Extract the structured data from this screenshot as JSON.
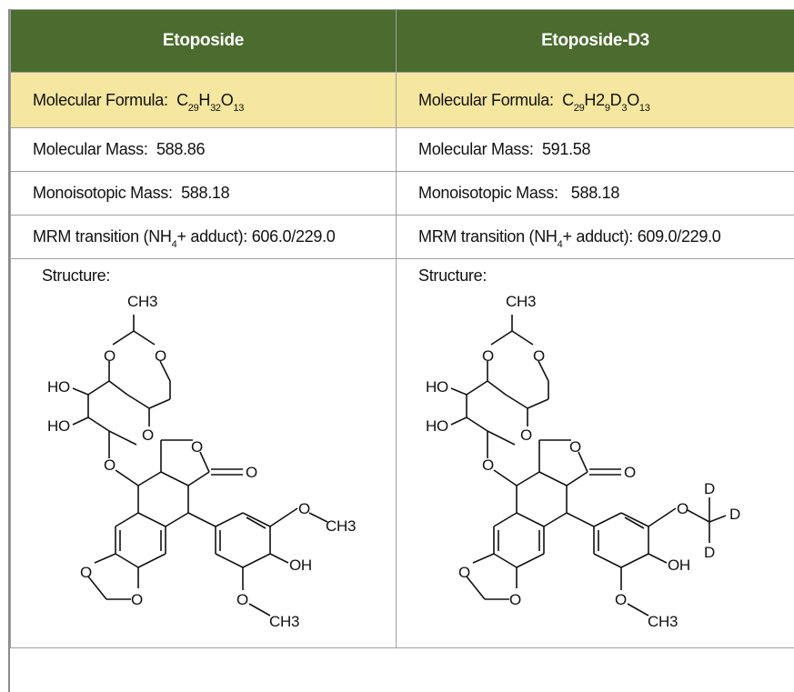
{
  "compounds": [
    {
      "name": "Etoposide",
      "formula_label": "Molecular Formula:",
      "formula_parts": [
        "C",
        "29",
        "H",
        "32",
        "O",
        "13"
      ],
      "mass_label": "Molecular Mass:",
      "mass_value": "588.86",
      "mono_label": "Monoisotopic Mass:",
      "mono_value": "588.18",
      "mrm_pre": "MRM transition (NH",
      "mrm_sub": "4",
      "mrm_post": "+ adduct): 606.0/229.0",
      "structure_label": "Structure:",
      "atoms": {
        "ch3_top": "CH3",
        "o_ring1": "O",
        "o_ring2": "O",
        "ho1": "HO",
        "ho2": "HO",
        "o_ring3": "O",
        "o_glyc": "O",
        "o_lactone": "O",
        "o_carbonyl": "O",
        "o_methoxy1": "O",
        "ch3_methoxy1": "CH3",
        "oh": "OH",
        "o_methoxy2": "O",
        "ch3_methoxy2": "CH3",
        "o_dioxole1": "O",
        "o_dioxole2": "O"
      }
    },
    {
      "name": "Etoposide-D3",
      "formula_label": "Molecular Formula:",
      "formula_parts": [
        "C",
        "29",
        "H2",
        "9",
        "D",
        "3",
        "O",
        "13"
      ],
      "mass_label": "Molecular Mass:",
      "mass_value": "591.58",
      "mono_label": "Monoisotopic Mass:",
      "mono_value": "588.18",
      "mrm_pre": "MRM transition (NH",
      "mrm_sub": "4",
      "mrm_post": "+ adduct): 609.0/229.0",
      "structure_label": "Structure:",
      "atoms": {
        "ch3_top": "CH3",
        "o_ring1": "O",
        "o_ring2": "O",
        "ho1": "HO",
        "ho2": "HO",
        "o_ring3": "O",
        "o_glyc": "O",
        "o_lactone": "O",
        "o_carbonyl": "O",
        "o_methoxy1": "O",
        "d1": "D",
        "d2": "D",
        "d3": "D",
        "oh": "OH",
        "o_methoxy2": "O",
        "ch3_methoxy2": "CH3",
        "o_dioxole1": "O",
        "o_dioxole2": "O"
      }
    }
  ],
  "colors": {
    "header_bg": "#4b6b2f",
    "formula_bg": "#f5e6a0",
    "border": "#a0a0a0"
  }
}
